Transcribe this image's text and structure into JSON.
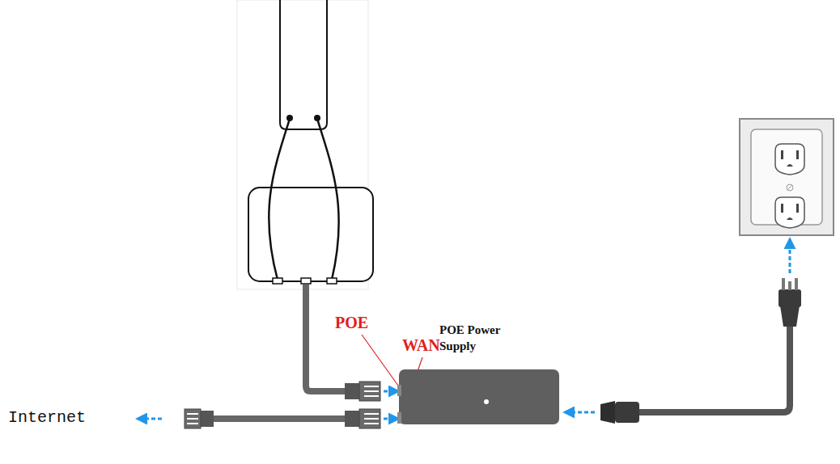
{
  "diagram": {
    "nodes": [
      {
        "text": [
          "POE Power Supply"
        ]
      }
    ],
    "labels": [
      "Internet",
      "POE",
      "WAN"
    ]
  }
}
